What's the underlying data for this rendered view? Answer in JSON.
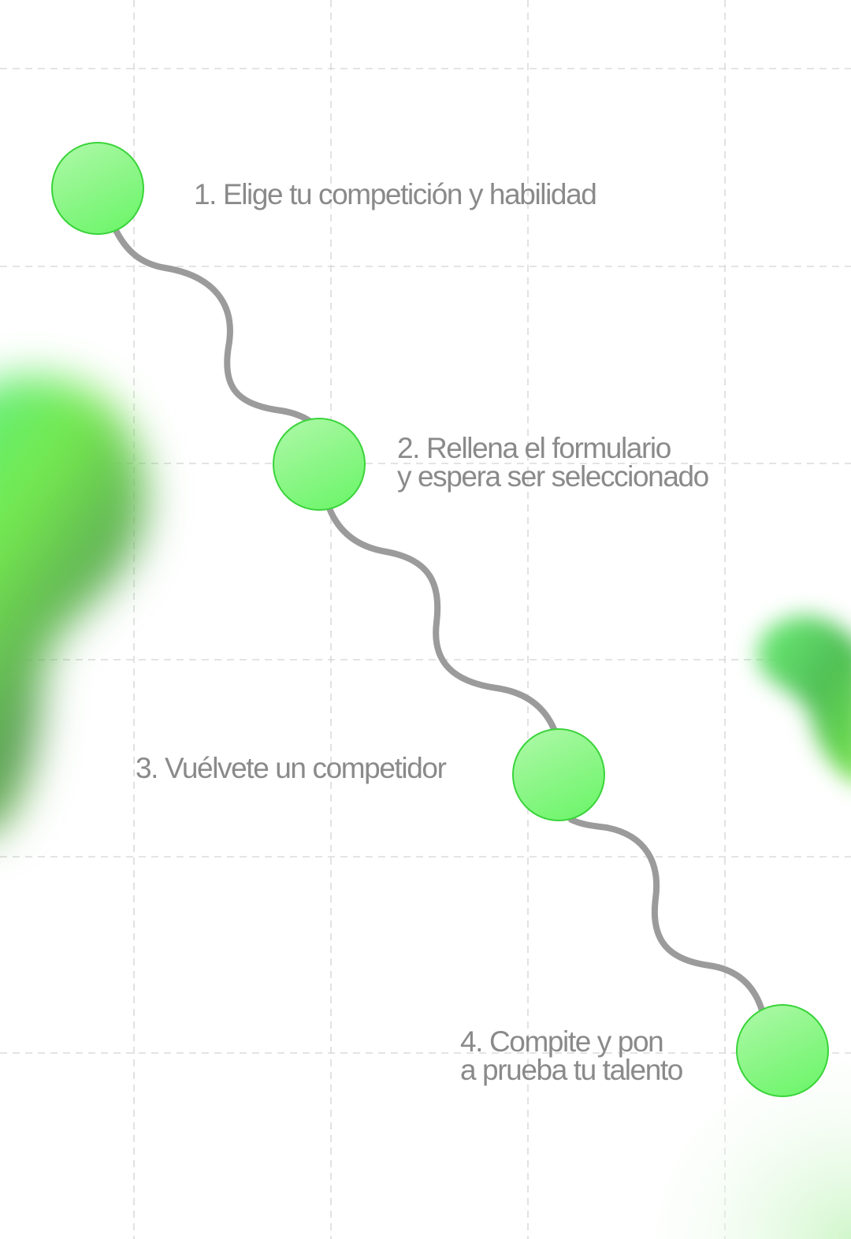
{
  "steps": [
    {
      "number": "1.",
      "lines": [
        "Elige tu competición y habilidad"
      ]
    },
    {
      "number": "2.",
      "lines": [
        "Rellena el formulario",
        "y espera ser seleccionado"
      ]
    },
    {
      "number": "3.",
      "lines": [
        "Vuélvete un competidor"
      ]
    },
    {
      "number": "4.",
      "lines": [
        "Compite y pon",
        "a prueba tu talento"
      ]
    }
  ],
  "colors": {
    "background": "#ffffff",
    "grid": "#cfcfcf",
    "path": "#9a9a9a",
    "node_light": "#a8f7a2",
    "node_dark": "#6cf36a",
    "node_border": "#39d63a",
    "text": "#8a8a8a",
    "blob": "#5fe65a"
  }
}
